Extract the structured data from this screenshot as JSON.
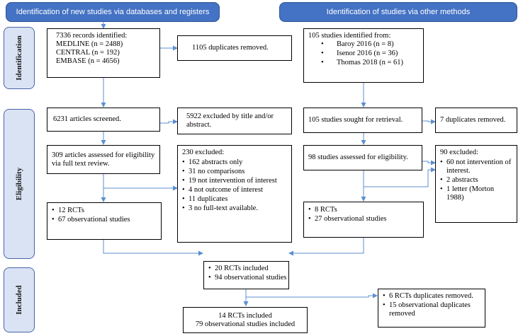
{
  "banners": {
    "left": "Identification of new studies via databases and registers",
    "right": "Identification of studies via other methods"
  },
  "stages": {
    "identification": "Identification",
    "eligibility": "Eligibility",
    "included": "Included"
  },
  "boxes": {
    "records_identified": {
      "title": "7336 records identified:",
      "items": [
        "MEDLINE (n = 2488)",
        "CENTRAL (n = 192)",
        "EMBASE (n = 4656)"
      ]
    },
    "duplicates_removed_left": "1105 duplicates removed.",
    "studies_identified": {
      "title": "105 studies identified from:",
      "bullet": "•",
      "items": [
        "Baroy 2016 (n = 8)",
        "Isenor 2016 (n = 36)",
        "Thomas 2018 (n = 61)"
      ]
    },
    "articles_screened": "6231 articles screened.",
    "excluded_title_abstract": "5922 excluded by title and/or abstract.",
    "sought_retrieval": "105 studies sought for retrieval.",
    "duplicates_removed_right": "7 duplicates removed.",
    "assessed_full_text": "309 articles assessed for eligibility via full text review.",
    "excluded_230": {
      "title": "230 excluded:",
      "bullet": "•",
      "items": [
        "162 abstracts only",
        "31 no comparisons",
        "19 not intervention of interest",
        "4 not outcome of interest",
        "11 duplicates",
        "3 no full-text available."
      ]
    },
    "assessed_eligibility_right": "98 studies assessed for eligibility.",
    "excluded_90": {
      "title": "90 excluded:",
      "bullet": "•",
      "items": [
        "60 not intervention of interest.",
        "2 abstracts",
        "1 letter (Morton 1988)"
      ]
    },
    "left_results": {
      "bullet": "•",
      "items": [
        "12 RCTs",
        "67 observational studies"
      ]
    },
    "right_results": {
      "bullet": "•",
      "items": [
        "8 RCTs",
        "27 observational studies"
      ]
    },
    "combined_included": {
      "bullet": "•",
      "items": [
        "20 RCTs included",
        "94 observational studies"
      ]
    },
    "duplicates_final": {
      "bullet": "•",
      "items": [
        "6 RCTs duplicates removed.",
        "15 observational duplicates removed"
      ]
    },
    "final_included": {
      "line1": "14 RCTs included",
      "line2": "79 observational studies included"
    }
  },
  "colors": {
    "banner": "#4472c4",
    "stage_label": "#dae3f3",
    "arrow": "#5b8fd0",
    "box_border": "#000000"
  }
}
